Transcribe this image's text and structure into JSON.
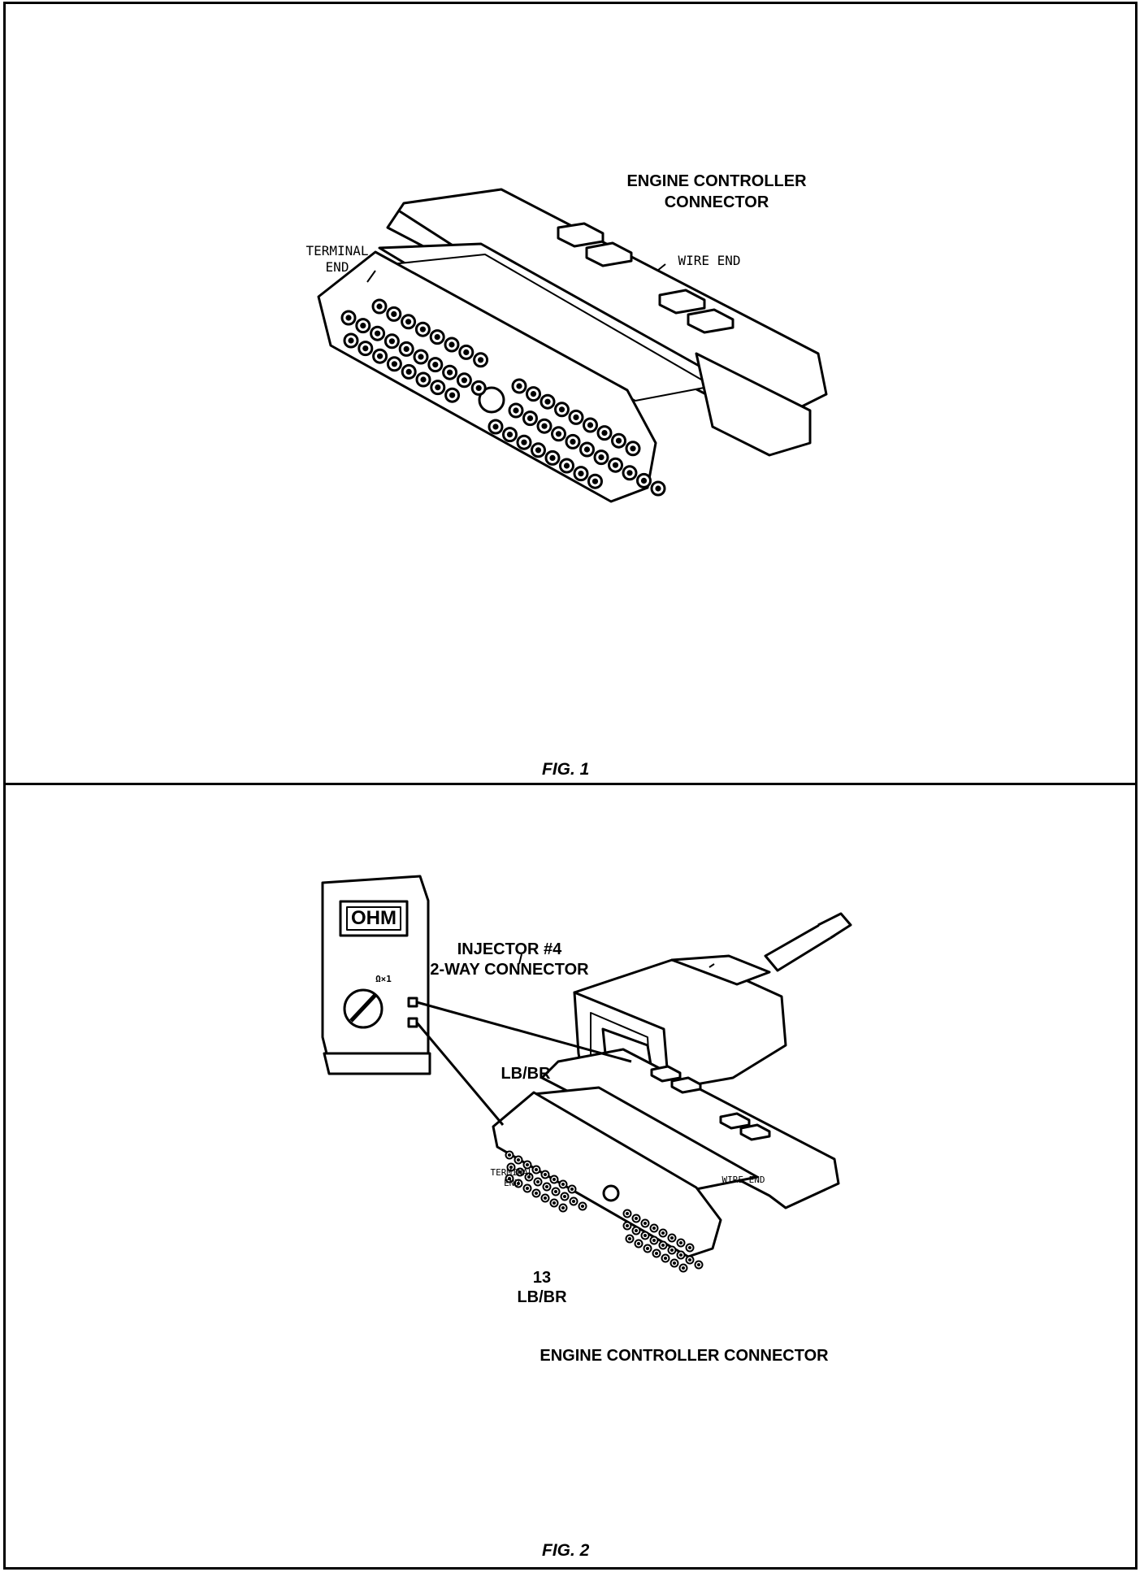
{
  "figure1": {
    "caption": "FIG. 1",
    "title_line1": "ENGINE CONTROLLER",
    "title_line2": "CONNECTOR",
    "terminal_end_line1": "TERMINAL",
    "terminal_end_line2": "END",
    "wire_end": "WIRE END"
  },
  "figure2": {
    "caption": "FIG. 2",
    "injector_line1": "INJECTOR #4",
    "injector_line2": "2-WAY CONNECTOR",
    "wire_color_injector": "LB/BR",
    "meter_display": "OHM",
    "meter_range": "Ω×1",
    "terminal_end_line1": "TERMINAL",
    "terminal_end_line2": "END",
    "wire_end": "WIRE END",
    "pin_number": "13",
    "wire_color_pin": "LB/BR",
    "controller_label": "ENGINE CONTROLLER CONNECTOR"
  }
}
